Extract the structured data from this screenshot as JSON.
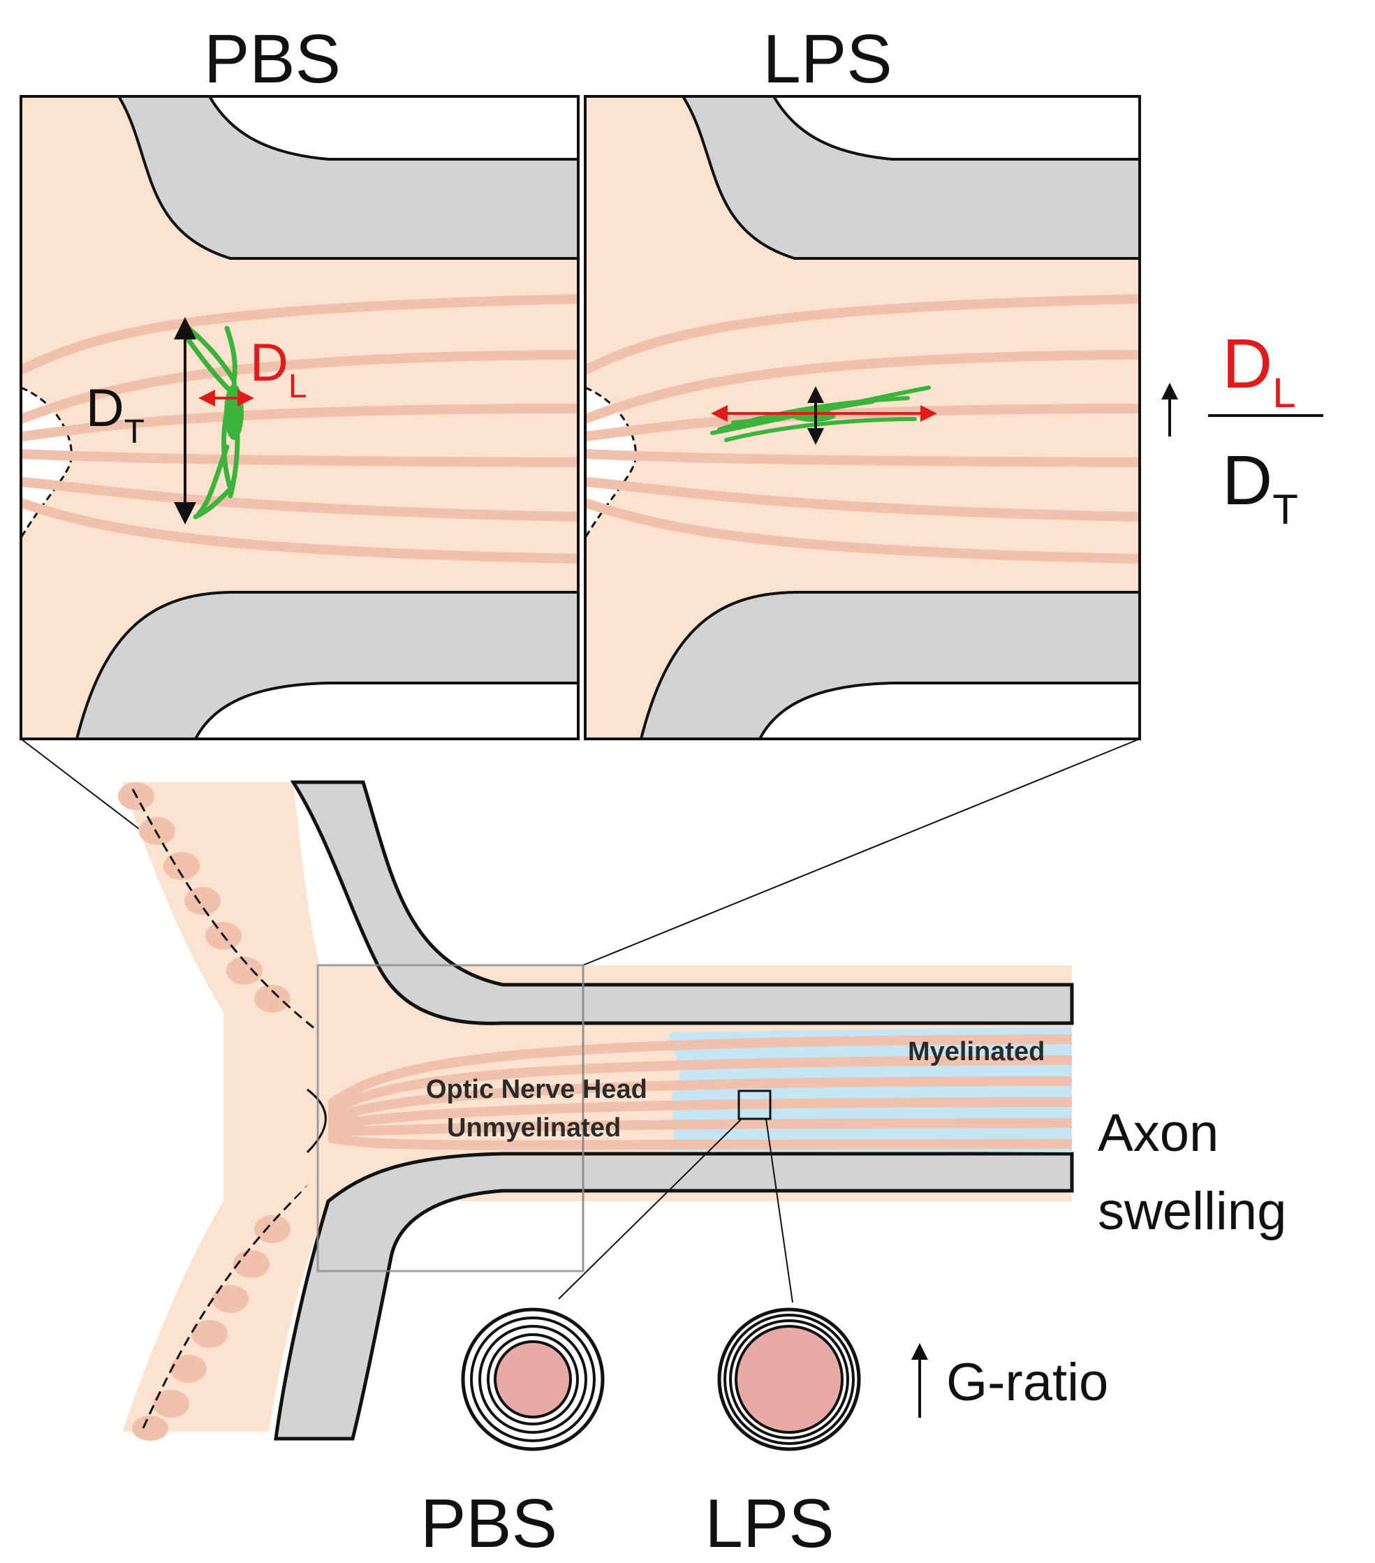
{
  "panels": {
    "left_title": "PBS",
    "right_title": "LPS"
  },
  "measures": {
    "dl_letter": "D",
    "dl_sub": "L",
    "dt_letter": "D",
    "dt_sub": "T"
  },
  "ratio": {
    "arrow": "↑",
    "num_letter": "D",
    "num_sub": "L",
    "den_letter": "D",
    "den_sub": "T"
  },
  "overview": {
    "onh_line1": "Optic Nerve Head",
    "onh_line2": "Unmyelinated",
    "myelinated": "Myelinated",
    "axon_line1": "Axon",
    "axon_line2": "swelling",
    "gratio": "G-ratio",
    "bottom_left": "PBS",
    "bottom_right": "LPS"
  },
  "colors": {
    "tissue": "#fbe3d0",
    "axon": "#f0c1ad",
    "sheath": "#d1d3d4",
    "myelin": "#c4e5f3",
    "microglia": "#3cb43c",
    "accent": "#e01b1b",
    "axon_core": "#e8aaa6"
  }
}
